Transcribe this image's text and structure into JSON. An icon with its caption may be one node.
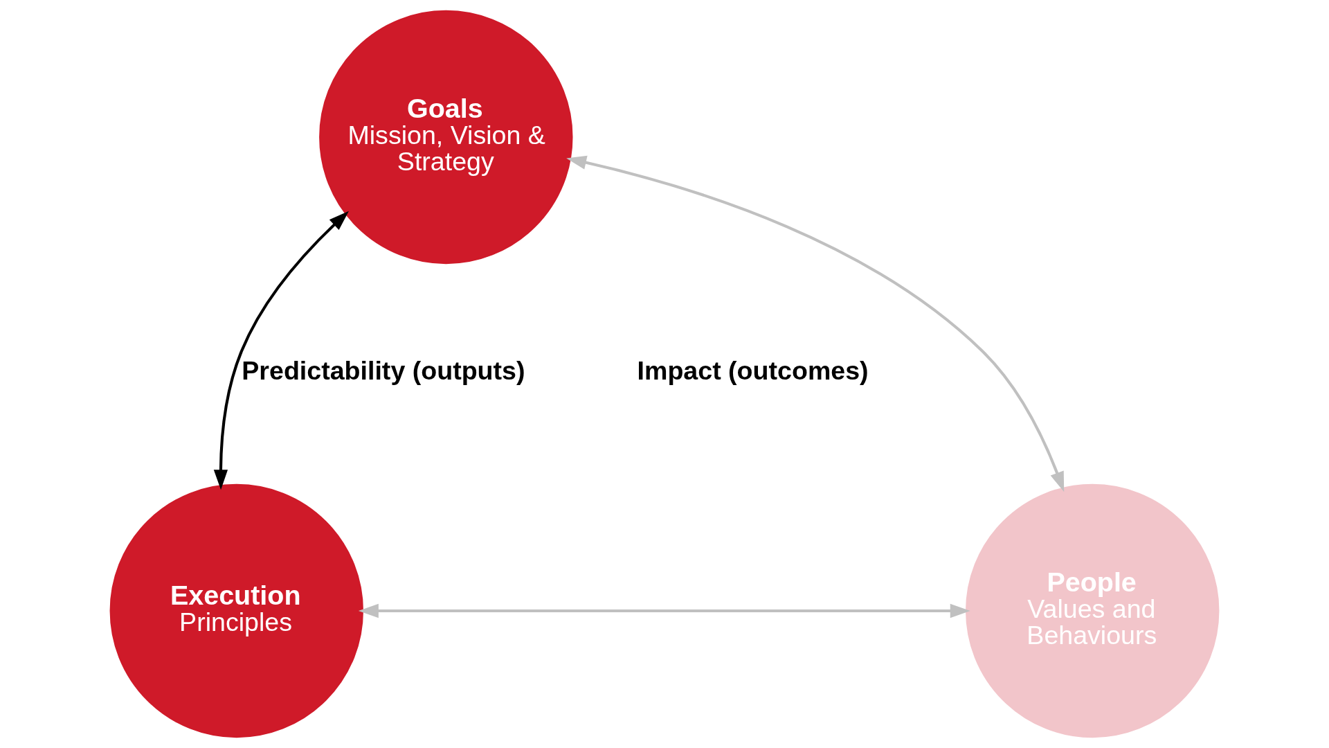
{
  "diagram": {
    "nodes": [
      {
        "text": [
          "Goals",
          "Mission, Vision & Strategy"
        ]
      },
      {
        "text": [
          "Execution",
          "Principles"
        ]
      },
      {
        "text": [
          "People",
          "Values and Behaviours"
        ]
      }
    ],
    "edges": [
      {
        "from": 0,
        "to": 1,
        "arrow": "both",
        "label": "Predictability (outputs)",
        "color": "#000000"
      },
      {
        "from": 0,
        "to": 2,
        "arrow": "both"
      },
      {
        "from": 1,
        "to": 2,
        "arrow": "both"
      }
    ],
    "labels": [
      "Impact (outcomes)"
    ]
  }
}
